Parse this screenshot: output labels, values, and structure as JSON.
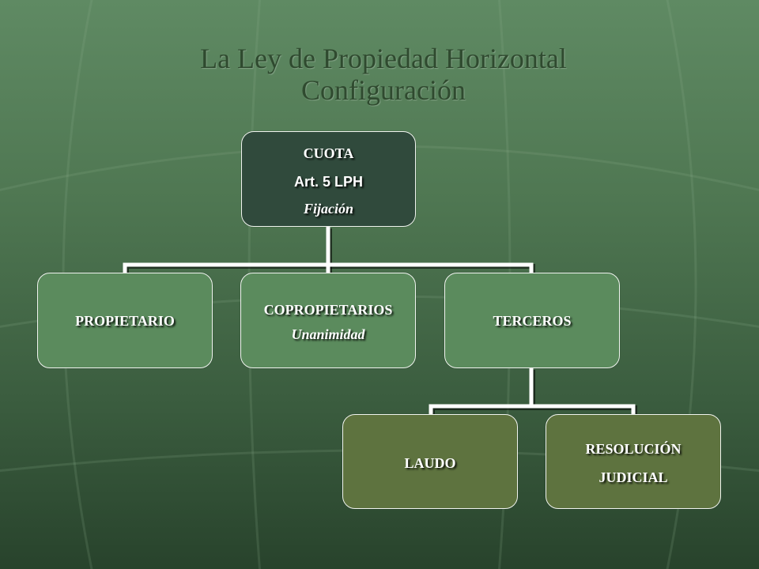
{
  "title": {
    "line1": "La Ley de Propiedad Horizontal",
    "line2": "Configuración"
  },
  "diagram": {
    "root": {
      "line1": "CUOTA",
      "line2": "Art. 5 LPH",
      "line3": "Fijación"
    },
    "children": [
      {
        "line1": "PROPIETARIO"
      },
      {
        "line1": "COPROPIETARIOS",
        "line2": "Unanimidad"
      },
      {
        "line1": "TERCEROS"
      }
    ],
    "terceros_children": [
      {
        "line1": "LAUDO"
      },
      {
        "line1": "RESOLUCIÓN",
        "line2": "JUDICIAL"
      }
    ]
  },
  "colors": {
    "root_fill": "#304a3c",
    "level1_fill": "#5b8b5d",
    "level2_fill": "#5e733f",
    "title_text": "#2f4a2f"
  }
}
